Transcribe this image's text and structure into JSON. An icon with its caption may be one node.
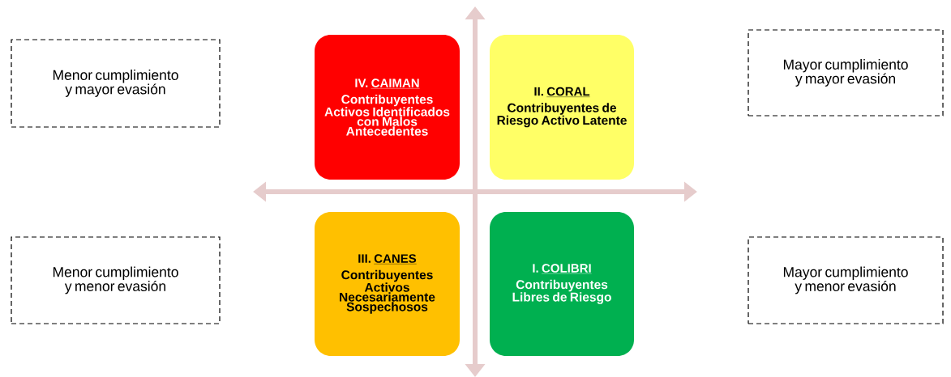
{
  "diagram": {
    "nodes": [
      {
        "text": [
          "Menor cumplimiento y mayor evasión"
        ]
      },
      {
        "text": [
          "IV.",
          "CAIMAN",
          "Contribuyentes Activos Identificados con Malos Antecedentes"
        ]
      },
      {
        "text": [
          "II.",
          "CORAL",
          "Contribuyentes de Riesgo Activo Latente"
        ]
      },
      {
        "text": [
          "Mayor cumplimiento y mayor evasión"
        ]
      },
      {
        "text": [
          "Menor cumplimiento y menor evasión"
        ]
      },
      {
        "text": [
          "III.",
          "CANES",
          "Contribuyentes Activos Necesariamente Sospechosos"
        ]
      },
      {
        "text": [
          "I.",
          "COLIBRI",
          "Contribuyentes Libres de Riesgo"
        ]
      },
      {
        "text": [
          "Mayor cumplimiento y menor evasión"
        ]
      }
    ]
  }
}
